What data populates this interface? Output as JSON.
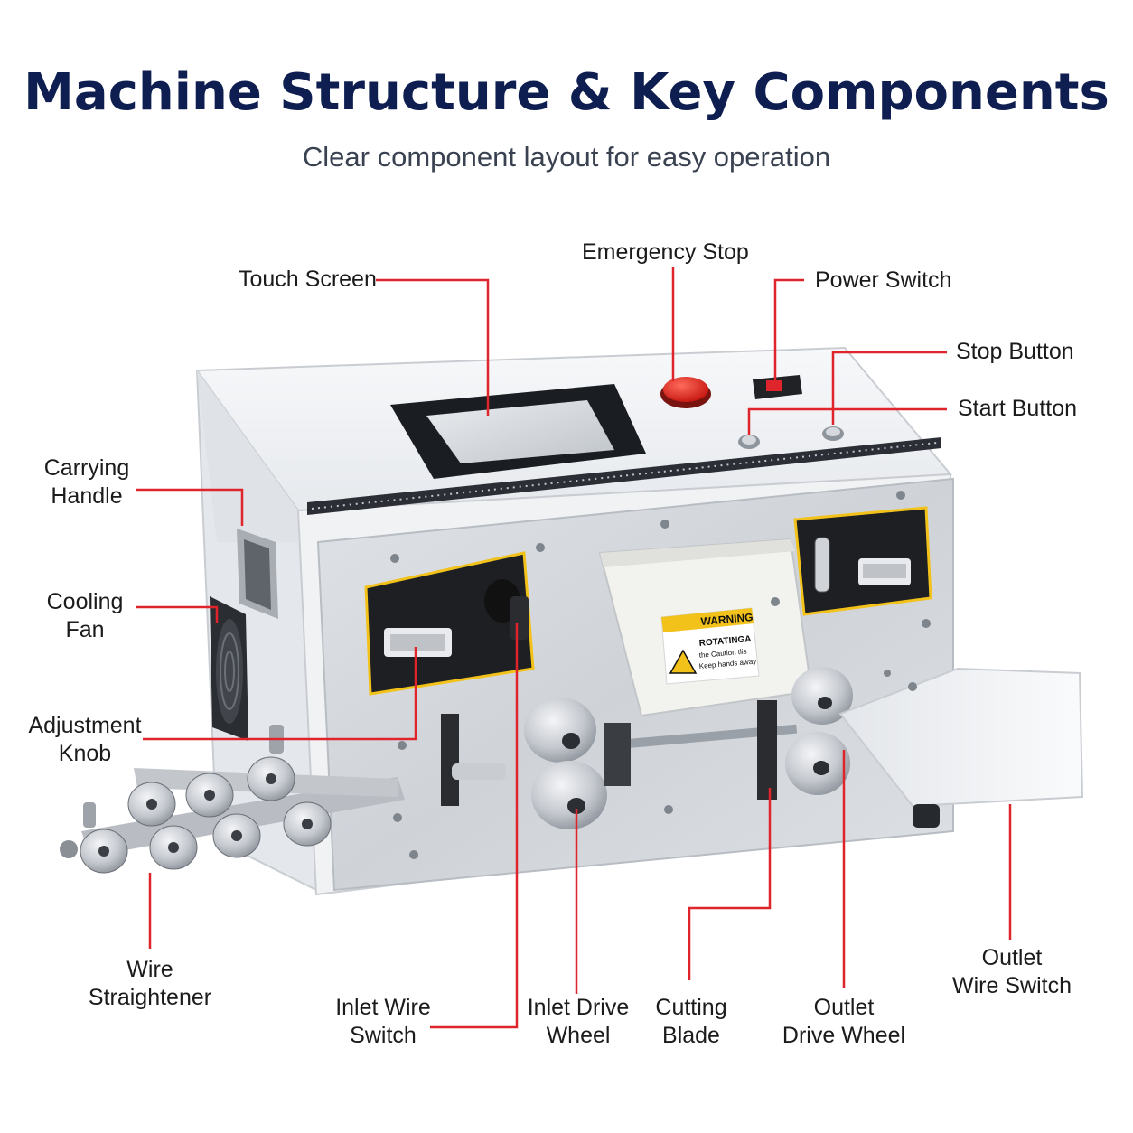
{
  "header": {
    "title": "Machine Structure & Key Components",
    "subtitle": "Clear component layout for easy operation"
  },
  "labels": {
    "touch_screen": "Touch Screen",
    "emergency_stop": "Emergency Stop",
    "power_switch": "Power Switch",
    "stop_button": "Stop Button",
    "start_button": "Start Button",
    "carrying_handle_1": "Carrying",
    "carrying_handle_2": "Handle",
    "cooling_fan_1": "Cooling",
    "cooling_fan_2": "Fan",
    "adjustment_knob_1": "Adjustment",
    "adjustment_knob_2": "Knob",
    "wire_straightener_1": "Wire",
    "wire_straightener_2": "Straightener",
    "inlet_wire_switch_1": "Inlet Wire",
    "inlet_wire_switch_2": "Switch",
    "inlet_drive_wheel_1": "Inlet Drive",
    "inlet_drive_wheel_2": "Wheel",
    "cutting_blade_1": "Cutting",
    "cutting_blade_2": "Blade",
    "outlet_drive_wheel_1": "Outlet",
    "outlet_drive_wheel_2": "Drive Wheel",
    "outlet_wire_switch_1": "Outlet",
    "outlet_wire_switch_2": "Wire Switch"
  },
  "warning_label": {
    "heading": "WARNING",
    "line1": "ROTATINGA",
    "line2": "the Caution tlis",
    "line3": "Keep hands away"
  },
  "colors": {
    "title": "#0f1e50",
    "leader_line": "#e0242c",
    "machine_body": "#eef0f3",
    "panel": "#d9dde2",
    "accent_yellow": "#f2c21b"
  }
}
